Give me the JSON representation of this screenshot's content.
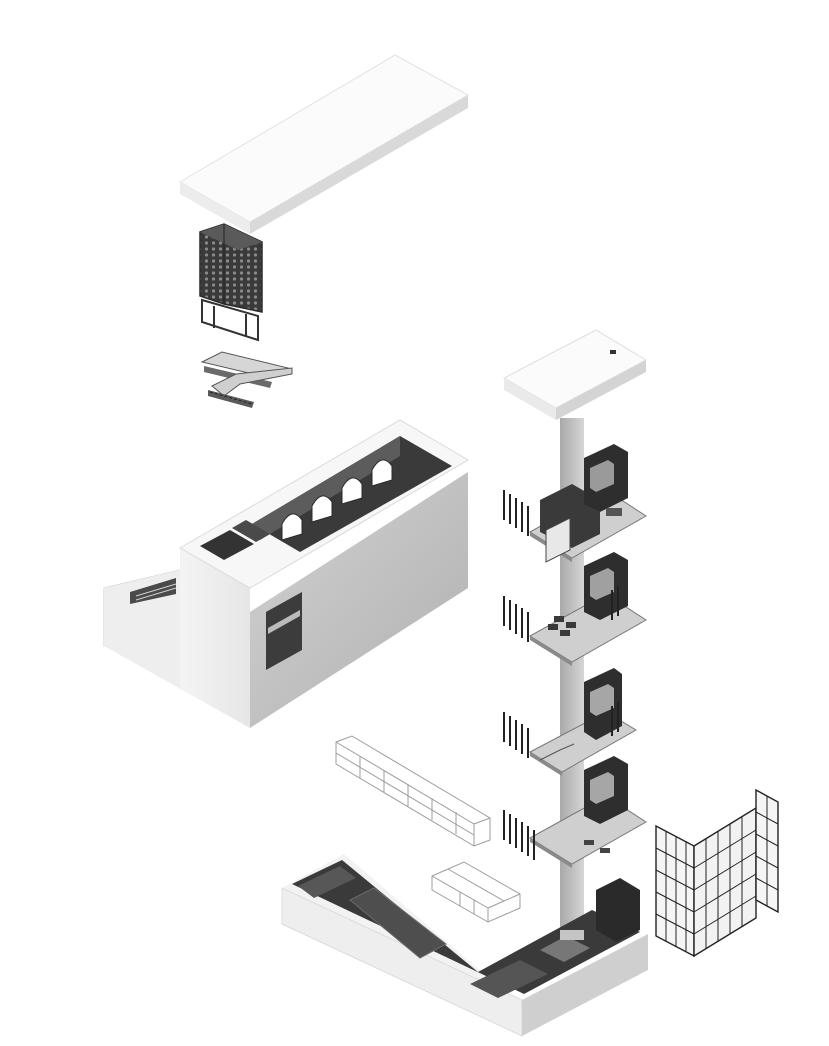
{
  "diagram": {
    "kind": "exploded-axonometric",
    "palette": {
      "background": "#ffffff",
      "roof_top": "#fbfbfb",
      "roof_side": "#dcdcdc",
      "wall_light": "#f0f0f0",
      "wall_mid": "#c8c8c8",
      "wall_dark": "#9a9a9a",
      "interior_dark": "#3e3e3e",
      "outline": "#5a5a5a",
      "grid_line": "#222222",
      "wire": "#9c9c9c"
    },
    "components": [
      {
        "id": "roof-slab-large",
        "label": ""
      },
      {
        "id": "perforated-brick-screen",
        "label": ""
      },
      {
        "id": "stair-flight",
        "label": ""
      },
      {
        "id": "arched-volume",
        "label": ""
      },
      {
        "id": "roof-slab-small",
        "label": ""
      },
      {
        "id": "tower-floor",
        "label": ""
      },
      {
        "id": "tower-floor",
        "label": ""
      },
      {
        "id": "tower-floor",
        "label": ""
      },
      {
        "id": "tower-floor",
        "label": ""
      },
      {
        "id": "wire-shelf-long",
        "label": ""
      },
      {
        "id": "wire-shelf-short",
        "label": ""
      },
      {
        "id": "base-plinth",
        "label": ""
      },
      {
        "id": "curtain-grid-screen",
        "label": ""
      }
    ]
  }
}
